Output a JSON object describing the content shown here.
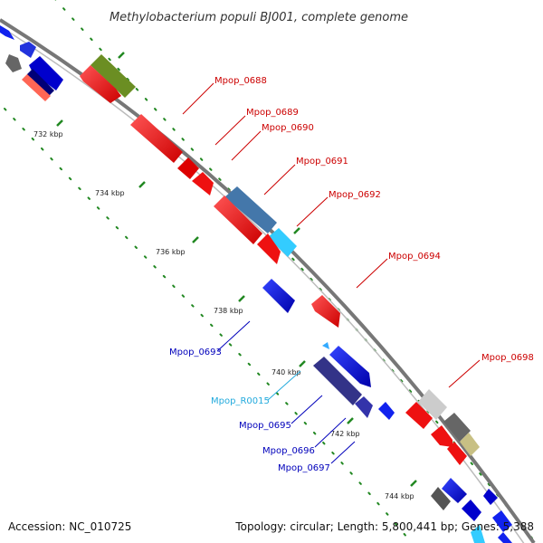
{
  "title": "Methylobacterium populi BJ001, complete genome",
  "accession": "Accession: NC_010725",
  "topology": "Topology: circular; Length: 5,800,441 bp; Genes: 5,388",
  "ticks": [
    "732 kbp",
    "734 kbp",
    "736 kbp",
    "738 kbp",
    "740 kbp",
    "742 kbp",
    "744 kbp"
  ],
  "labels": {
    "mpop_0688": "Mpop_0688",
    "mpop_0689": "Mpop_0689",
    "mpop_0690": "Mpop_0690",
    "mpop_0691": "Mpop_0691",
    "mpop_0692": "Mpop_0692",
    "mpop_0694": "Mpop_0694",
    "mpop_0698": "Mpop_0698",
    "mpop_0693": "Mpop_0693",
    "mpop_r0015": "Mpop_R0015",
    "mpop_0695": "Mpop_0695",
    "mpop_0696": "Mpop_0696",
    "mpop_0697": "Mpop_0697"
  },
  "colors": {
    "forward_gene": "#ee0000",
    "reverse_gene": "#0000dd",
    "rna": "#33ccee",
    "backbone": "#888888",
    "ticks": "#228822",
    "forward_label": "#cc0000",
    "reverse_label": "#0000bb",
    "rna_label": "#22aadd"
  }
}
